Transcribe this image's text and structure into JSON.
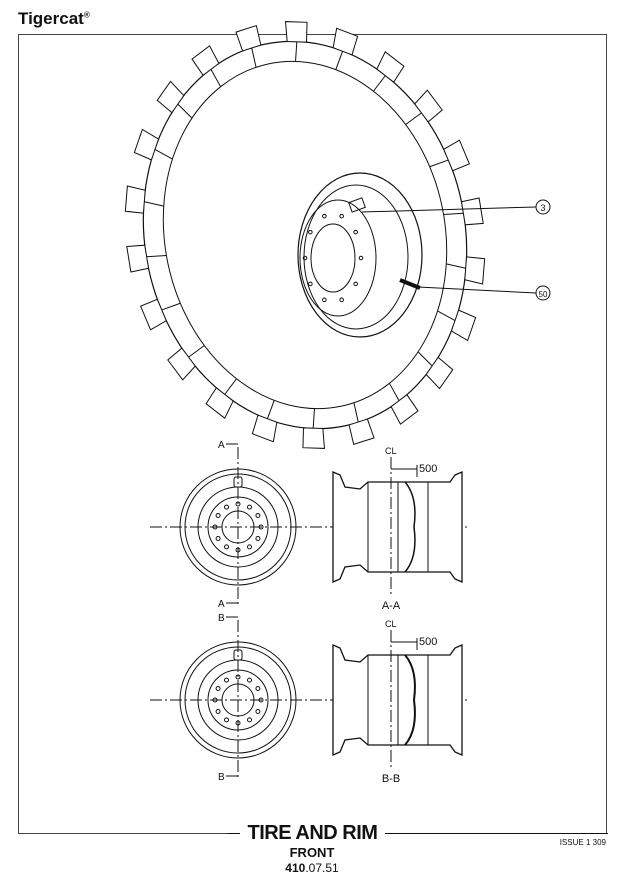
{
  "header": {
    "brand": "Tigercat",
    "brand_mark": "®"
  },
  "callouts": [
    {
      "label": "3"
    },
    {
      "label": "50"
    }
  ],
  "section_views": [
    {
      "cut_label": "A",
      "section_label": "A-A",
      "centerline_label": "CL",
      "dimension": "500"
    },
    {
      "cut_label": "B",
      "section_label": "B-B",
      "centerline_label": "CL",
      "dimension": "500"
    }
  ],
  "footer": {
    "title": "TIRE AND RIM",
    "subtitle": "FRONT",
    "part_number_bold": "410",
    "part_number_rest": ".07.51",
    "issue": "ISSUE 1 309"
  }
}
